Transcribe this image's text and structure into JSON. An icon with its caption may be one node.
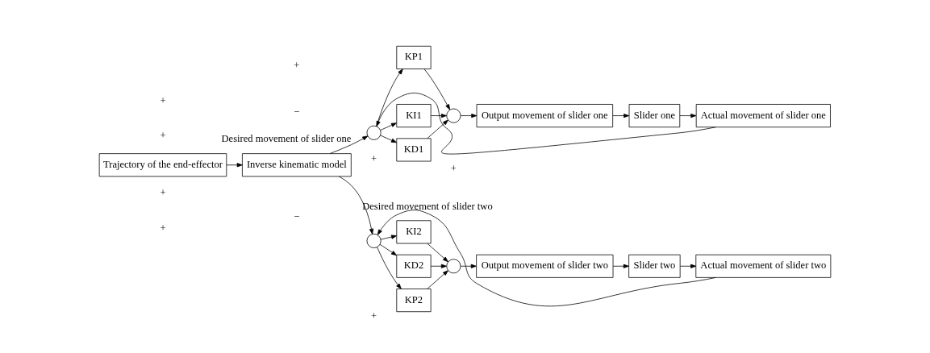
{
  "diagram": {
    "nodes": [
      {
        "text": [
          "Trajectory of the end-effector"
        ]
      },
      {
        "text": [
          "Inverse kinematic model"
        ]
      },
      {
        "text": [],
        "shape": "circle"
      },
      {
        "text": [
          "KP1"
        ]
      },
      {
        "text": [
          "KI1"
        ]
      },
      {
        "text": [
          "KD1"
        ]
      },
      {
        "text": [],
        "shape": "circle"
      },
      {
        "text": [
          "Output movement of slider one"
        ]
      },
      {
        "text": [
          "Slider one"
        ]
      },
      {
        "text": [
          "Actual movement of slider one"
        ]
      },
      {
        "text": [],
        "shape": "circle"
      },
      {
        "text": [
          "KP2"
        ]
      },
      {
        "text": [
          "KI2"
        ]
      },
      {
        "text": [
          "KD2"
        ]
      },
      {
        "text": [],
        "shape": "circle"
      },
      {
        "text": [
          "Output movement of slider two"
        ]
      },
      {
        "text": [
          "Slider two"
        ]
      },
      {
        "text": [
          "Actual movement of slider two"
        ]
      }
    ],
    "edges": [
      {
        "from": 0,
        "to": 1,
        "arrow": "to"
      },
      {
        "from": 1,
        "to": 2,
        "arrow": "to",
        "label": "Desired movement of slider one"
      },
      {
        "from": 2,
        "to": 3,
        "arrow": "to"
      },
      {
        "from": 2,
        "to": 4,
        "arrow": "to"
      },
      {
        "from": 2,
        "to": 5,
        "arrow": "to"
      },
      {
        "from": 3,
        "to": 6,
        "arrow": "to"
      },
      {
        "from": 4,
        "to": 6,
        "arrow": "to"
      },
      {
        "from": 5,
        "to": 6,
        "arrow": "to"
      },
      {
        "from": 6,
        "to": 7,
        "arrow": "to"
      },
      {
        "from": 7,
        "to": 8,
        "arrow": "to"
      },
      {
        "from": 8,
        "to": 9,
        "arrow": "to"
      },
      {
        "from": 9,
        "to": 2,
        "arrow": "to"
      },
      {
        "from": 1,
        "to": 10,
        "arrow": "to",
        "label": "Desired movement of slider two"
      },
      {
        "from": 10,
        "to": 11,
        "arrow": "to"
      },
      {
        "from": 10,
        "to": 12,
        "arrow": "to"
      },
      {
        "from": 10,
        "to": 13,
        "arrow": "to"
      },
      {
        "from": 11,
        "to": 14,
        "arrow": "to"
      },
      {
        "from": 12,
        "to": 14,
        "arrow": "to"
      },
      {
        "from": 13,
        "to": 14,
        "arrow": "to"
      },
      {
        "from": 14,
        "to": 15,
        "arrow": "to"
      },
      {
        "from": 15,
        "to": 16,
        "arrow": "to"
      },
      {
        "from": 16,
        "to": 17,
        "arrow": "to"
      },
      {
        "from": 17,
        "to": 10,
        "arrow": "to"
      }
    ],
    "labels": [
      "+",
      "+",
      "+",
      "−",
      "+",
      "+",
      "+",
      "+",
      "−",
      "+"
    ]
  }
}
